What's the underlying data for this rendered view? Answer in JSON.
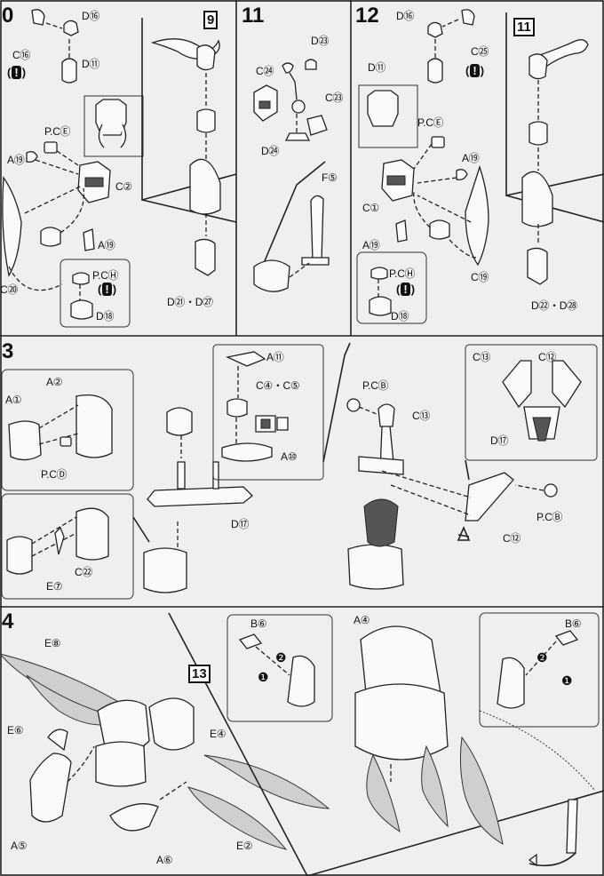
{
  "steps": {
    "s10": {
      "number": "0"
    },
    "s11": {
      "number": "11"
    },
    "s12": {
      "number": "12"
    },
    "s13": {
      "number": "3"
    },
    "s14": {
      "number": "4"
    }
  },
  "refs": {
    "r9": "9",
    "r11": "11",
    "r13": "13"
  },
  "labels": {
    "s10": [
      "D⑯",
      "C⑯",
      "D⑪",
      "P.CⒺ",
      "A⑲",
      "C②",
      "A⑲",
      "C⑳",
      "P.CⒽ",
      "D⑱",
      "D㉑・D㉗"
    ],
    "s11": [
      "D㉓",
      "C㉔",
      "C㉓",
      "D㉔",
      "F⑤"
    ],
    "s12": [
      "D⑯",
      "C㉕",
      "D⑪",
      "P.CⒺ",
      "A⑲",
      "C①",
      "A⑲",
      "C⑲",
      "P.CⒽ",
      "D⑱",
      "D㉒・D㉘"
    ],
    "s13": [
      "A②",
      "A①",
      "P.CⒹ",
      "C㉒",
      "E⑦",
      "A⑪",
      "C④・C⑤",
      "A⑩",
      "D⑰",
      "P.CⒷ",
      "C⑬",
      "C⑬",
      "C⑫",
      "D⑰",
      "C⑫",
      "P.CⒷ"
    ],
    "s14": [
      "E⑧",
      "E⑥",
      "A⑤",
      "A⑥",
      "E④",
      "E②",
      "B⑥",
      "A④",
      "B⑥"
    ]
  },
  "markers": {
    "warn": "!",
    "arrow_paren_open": "(",
    "arrow_paren_close": ")",
    "seq1": "❶",
    "seq2": "❷"
  },
  "icons": {
    "warning": "exclamation-box-icon",
    "tip": "black-circle-icon",
    "tool": "tool-icon"
  },
  "colors": {
    "ink": "#111111",
    "paper": "#efefef",
    "wing": "#cfcfcf"
  }
}
